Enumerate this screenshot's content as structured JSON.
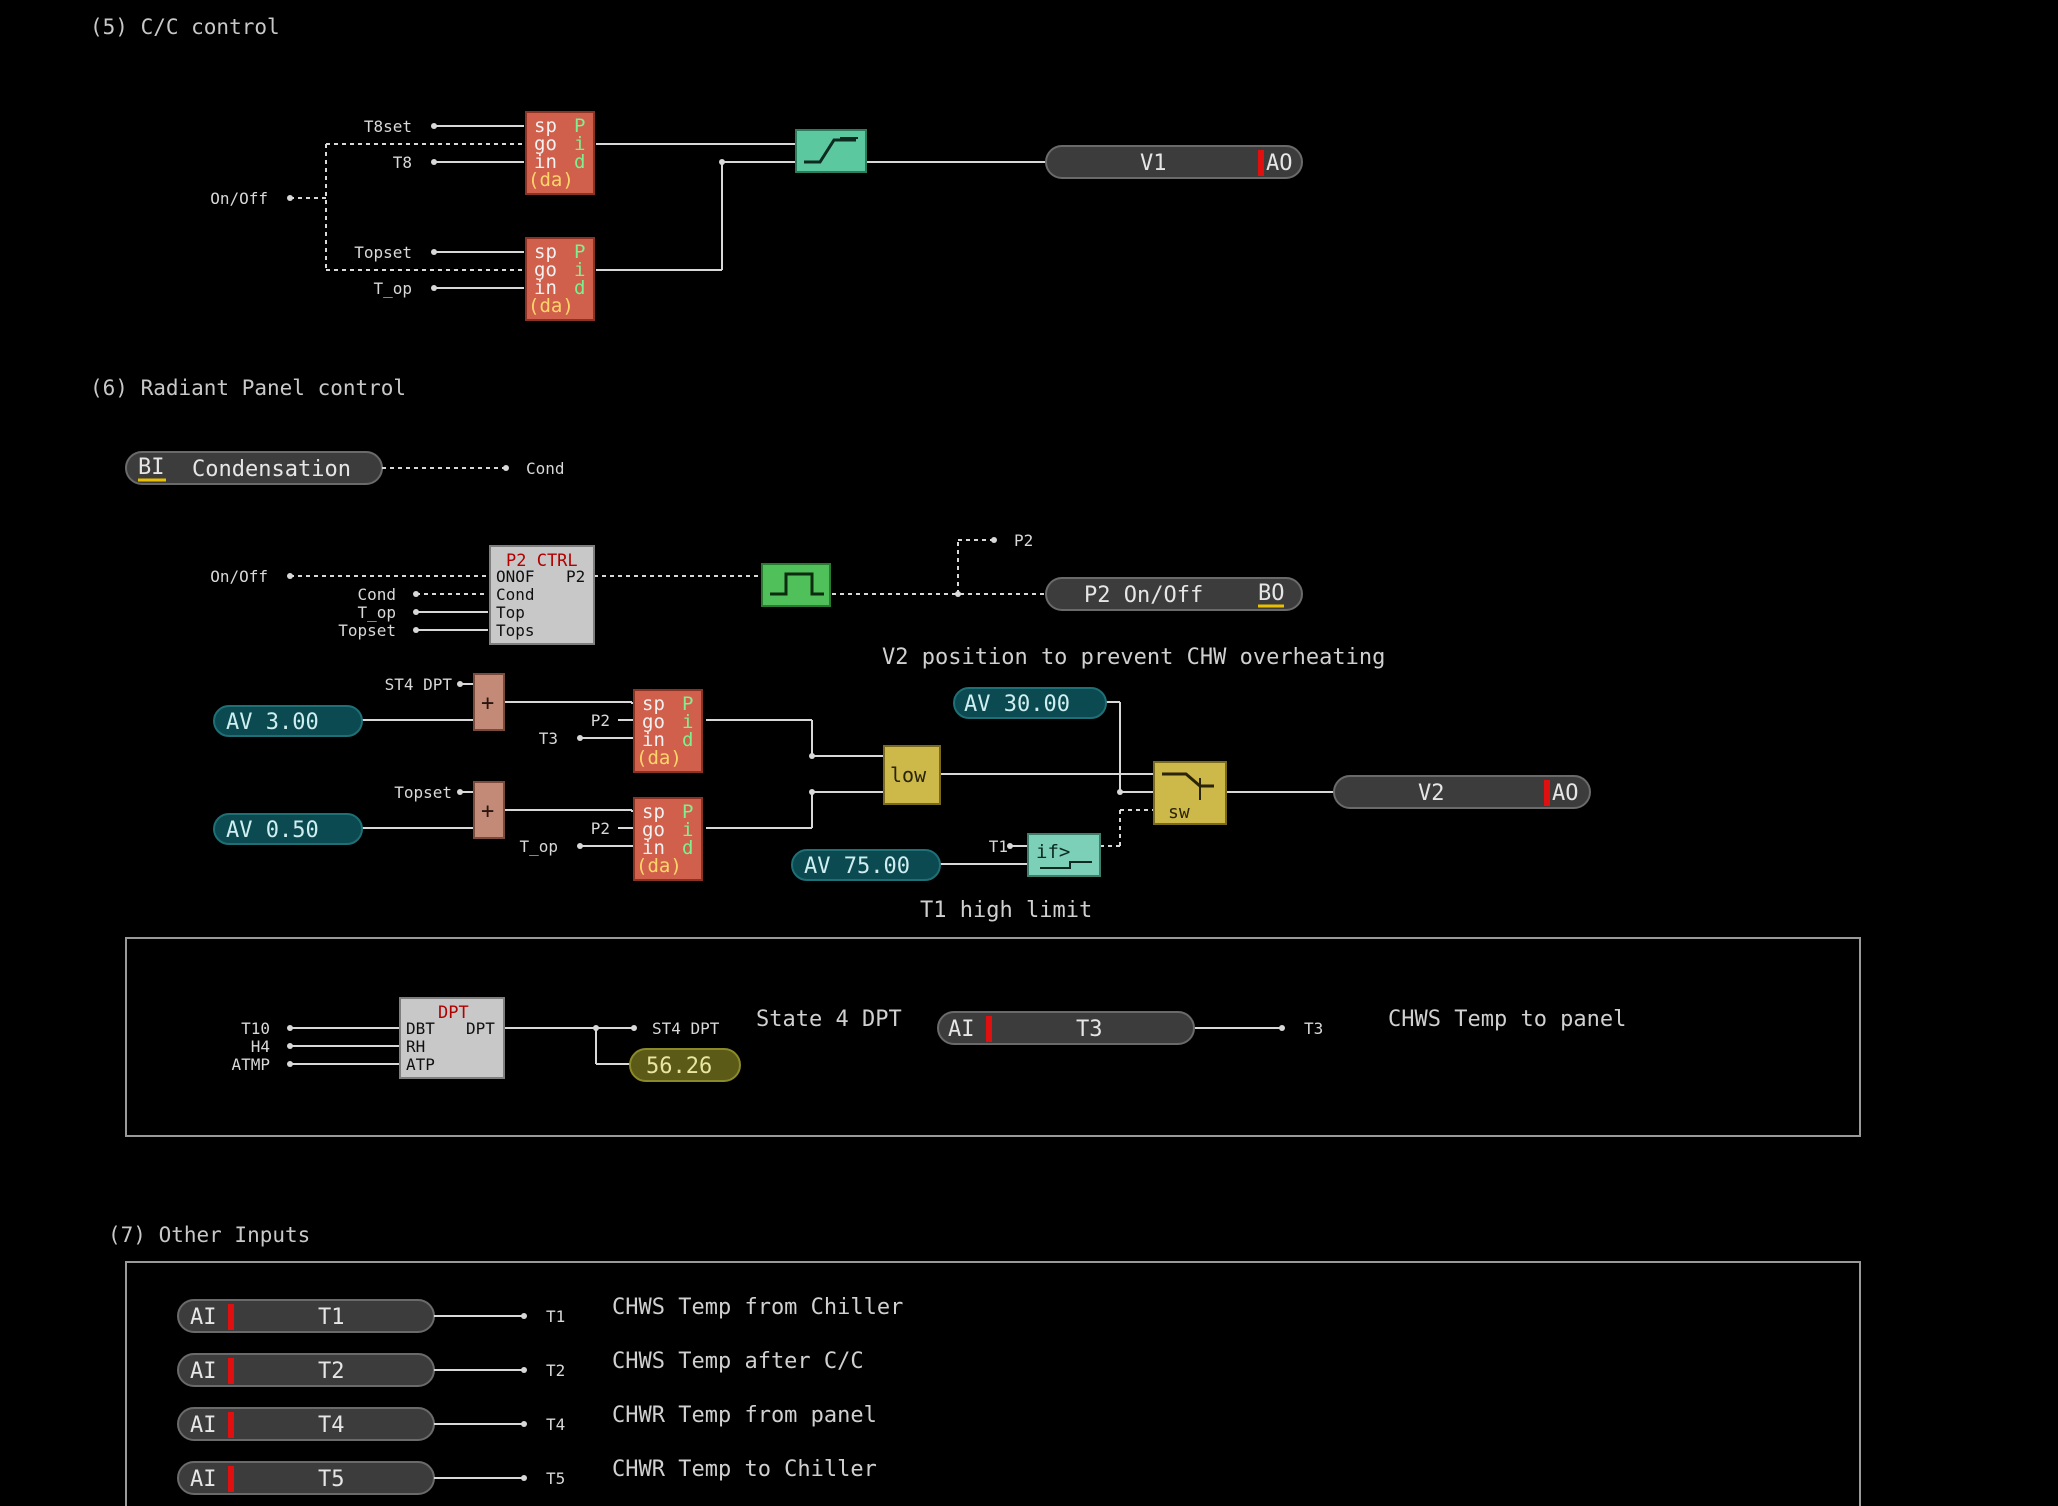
{
  "sections": {
    "cc_control": "(5) C/C control",
    "radiant_panel": "(6) Radiant Panel control",
    "other_inputs": "(7) Other Inputs"
  },
  "pid_labels": {
    "sp": "sp",
    "go": "go",
    "in": "in",
    "da": "(da)",
    "p": "P",
    "i": "i",
    "d": "d"
  },
  "cc": {
    "inputs": {
      "t8set": "T8set",
      "t8": "T8",
      "onoff": "On/Off",
      "topset": "Topset",
      "t_op": "T_op"
    },
    "output": {
      "name": "V1",
      "type": "AO"
    }
  },
  "radiant": {
    "condensation": {
      "type": "BI",
      "name": "Condensation",
      "out": "Cond"
    },
    "p2ctrl": {
      "title": "P2 CTRL",
      "pins_in": [
        "ONOF",
        "Cond",
        "Top",
        "Tops"
      ],
      "pin_out": "P2"
    },
    "p2_inputs": {
      "onoff": "On/Off",
      "cond": "Cond",
      "t_op": "T_op",
      "topset": "Topset"
    },
    "p2_tag": "P2",
    "p2_output": {
      "name": "P2 On/Off",
      "type": "BO"
    },
    "comment_v2": "V2 position to prevent CHW overheating",
    "comment_t1": "T1 high limit",
    "av_30": "AV 30.00",
    "av_3": "AV   3.00",
    "av_05": "AV   0.50",
    "av_75": "AV 75.00",
    "st4_dpt_in": "ST4 DPT",
    "topset_in": "Topset",
    "p2_in_a": "P2",
    "p2_in_b": "P2",
    "t3_in": "T3",
    "t_op_in": "T_op",
    "t1_in": "T1",
    "plus": "+",
    "low": "low",
    "sw": "sw",
    "iff": "if>",
    "v2": {
      "name": "V2",
      "type": "AO"
    }
  },
  "dpt_box": {
    "title": "DPT",
    "pins_in": [
      "DBT",
      "RH",
      "ATP"
    ],
    "pin_out": "DPT",
    "inputs": [
      "T10",
      "H4",
      "ATMP"
    ],
    "out_tag": "ST4 DPT",
    "value": "56.26",
    "label": "State 4 DPT",
    "t3": {
      "type": "AI",
      "name": "T3",
      "tag": "T3",
      "desc": "CHWS Temp to panel"
    }
  },
  "other_inputs": [
    {
      "type": "AI",
      "name": "T1",
      "tag": "T1",
      "desc": "CHWS Temp from Chiller"
    },
    {
      "type": "AI",
      "name": "T2",
      "tag": "T2",
      "desc": "CHWS Temp after C/C"
    },
    {
      "type": "AI",
      "name": "T4",
      "tag": "T4",
      "desc": "CHWR Temp from panel"
    },
    {
      "type": "AI",
      "name": "T5",
      "tag": "T5",
      "desc": "CHWR Temp to Chiller"
    }
  ],
  "colors": {
    "background": "#000000",
    "pid": "#d0604c",
    "limiter": "#5cc8a0",
    "onoff_block": "#4fc05a",
    "logic": "#cdb84a",
    "analog_value": "#0b4a50",
    "io_pill": "#3c3c3c",
    "dpt_value": "#5b5a16",
    "sensor_red": "#e01010"
  }
}
